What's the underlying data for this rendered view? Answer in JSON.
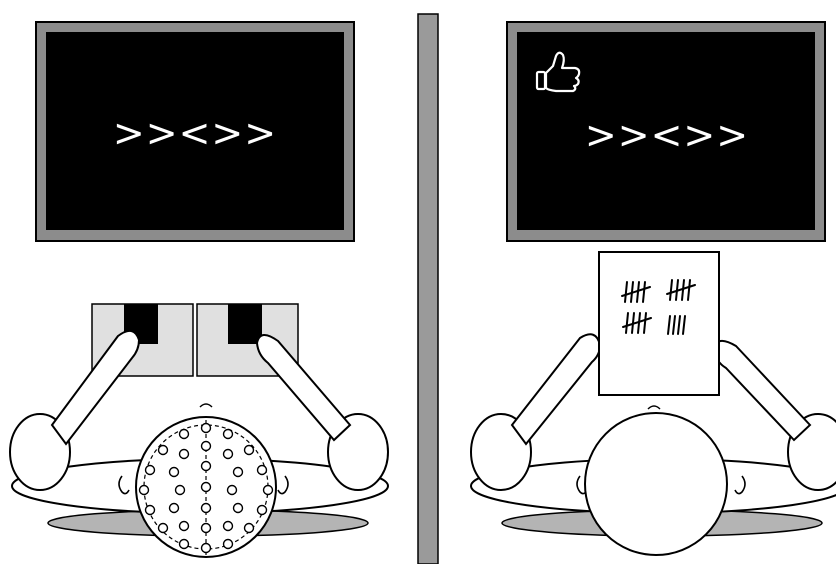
{
  "panels": [
    {
      "id": "left",
      "stimulus": ">><>>",
      "response_keys": 2,
      "electrodes": true
    },
    {
      "id": "right",
      "stimulus": ">><>>",
      "feedback_icon": "thumbs-up-icon",
      "tally_sheet": true
    }
  ],
  "colors": {
    "screen": "#000000",
    "screen_bezel": "#8c8c8c",
    "divider": "#9a9a9a",
    "key_pad": "#e0e0e0",
    "shadow": "#b4b4b4",
    "outline": "#000000"
  }
}
